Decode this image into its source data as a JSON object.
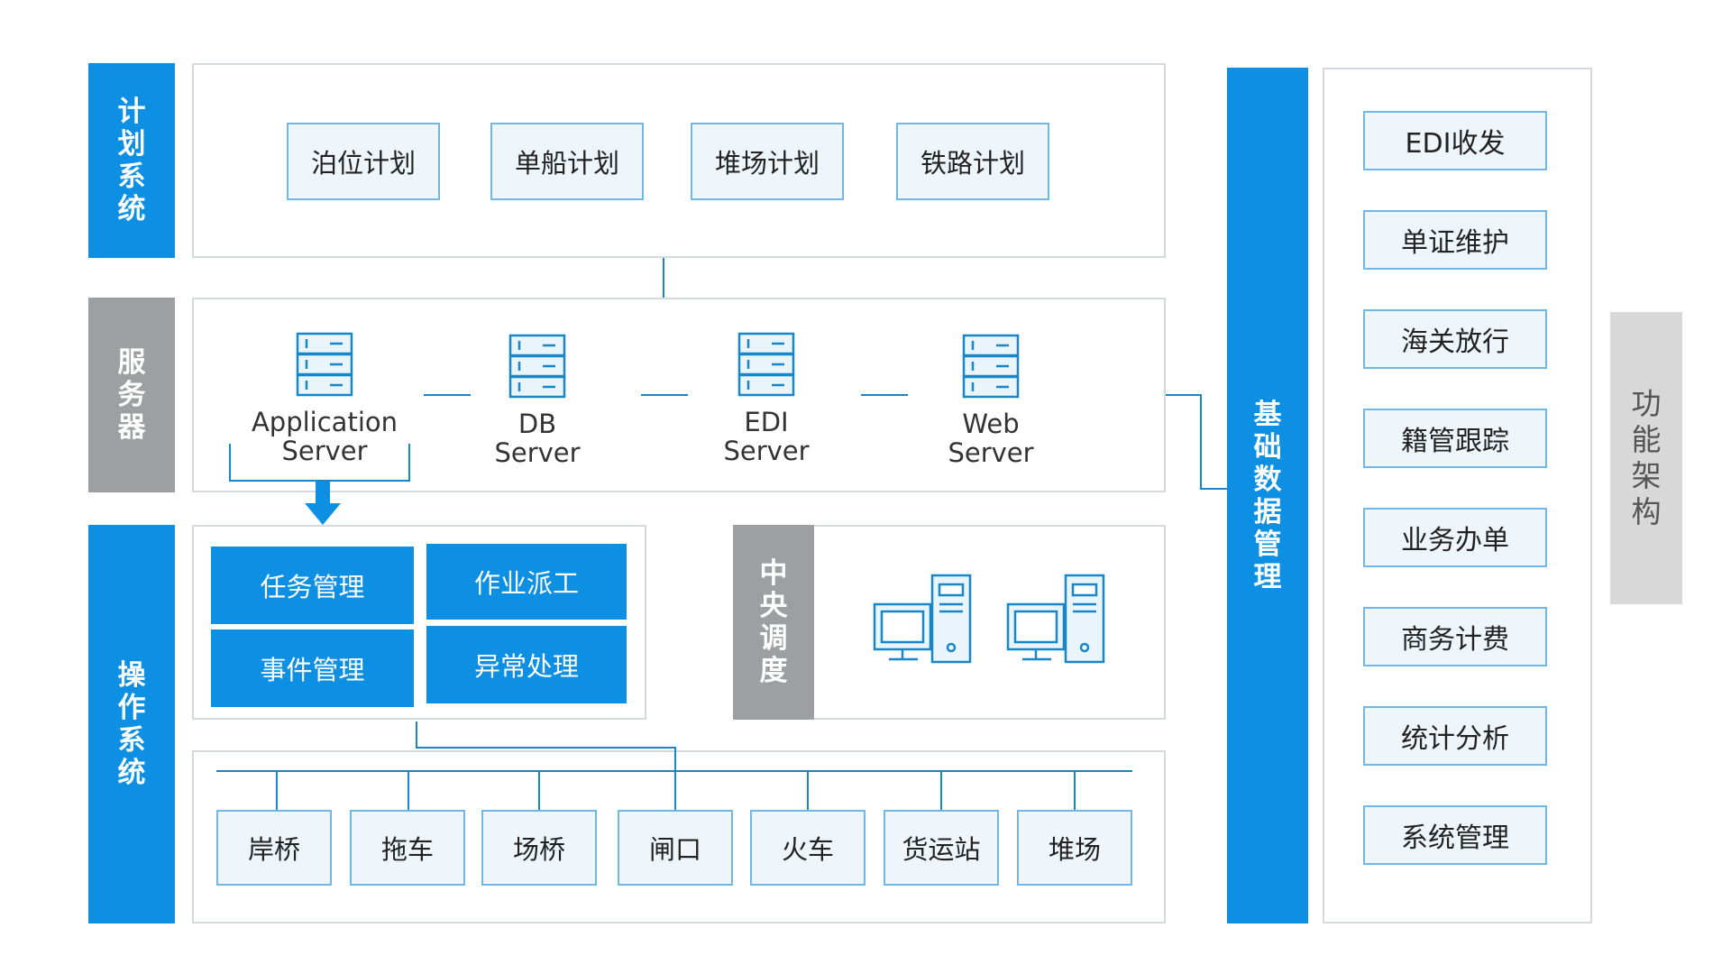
{
  "left_labels": {
    "plan": "计划系统",
    "server": "服务器",
    "operation": "操作系统"
  },
  "plan_items": [
    "泊位计划",
    "单船计划",
    "堆场计划",
    "铁路计划"
  ],
  "servers": [
    {
      "line1": "Application",
      "line2": "Server"
    },
    {
      "line1": "DB",
      "line2": "Server"
    },
    {
      "line1": "EDI",
      "line2": "Server"
    },
    {
      "line1": "Web",
      "line2": "Server"
    }
  ],
  "operation_items": [
    "任务管理",
    "作业派工",
    "事件管理",
    "异常处理"
  ],
  "central_dispatch_label": "中央调度",
  "devices": [
    "岸桥",
    "拖车",
    "场桥",
    "闸口",
    "火车",
    "货运站",
    "堆场"
  ],
  "base_data_label": "基础数据管理",
  "function_items": [
    "EDI收发",
    "单证维护",
    "海关放行",
    "籍管跟踪",
    "业务办单",
    "商务计费",
    "统计分析",
    "系统管理"
  ],
  "function_label": "功能架构",
  "colors": {
    "primary": "#0d8fe3",
    "gray": "#9d9fa2",
    "box_fill": "#eef6fb",
    "box_border": "#6fb7e4"
  }
}
